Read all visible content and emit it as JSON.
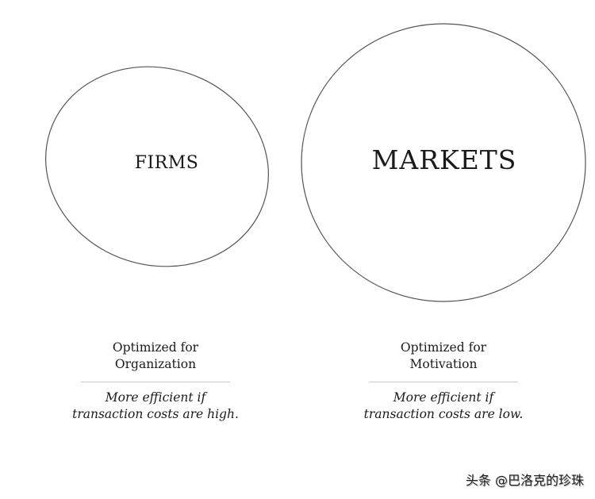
{
  "diagram": {
    "nodes": [
      {
        "id": "firms",
        "label": "FIRMS",
        "shape": "ellipse"
      },
      {
        "id": "markets",
        "label": "MARKETS",
        "shape": "circle"
      }
    ],
    "captions": {
      "firms": {
        "heading_line1": "Optimized for",
        "heading_line2": "Organization",
        "note_line1": "More efficient if",
        "note_line2": "transaction costs are high."
      },
      "markets": {
        "heading_line1": "Optimized for",
        "heading_line2": "Motivation",
        "note_line1": "More efficient if",
        "note_line2": "transaction costs are low."
      }
    },
    "colors": {
      "stroke": "#555555",
      "text": "#1a1a1a",
      "divider": "#c8c8c8"
    }
  },
  "watermark": {
    "text": "头条 @巴洛克的珍珠"
  }
}
